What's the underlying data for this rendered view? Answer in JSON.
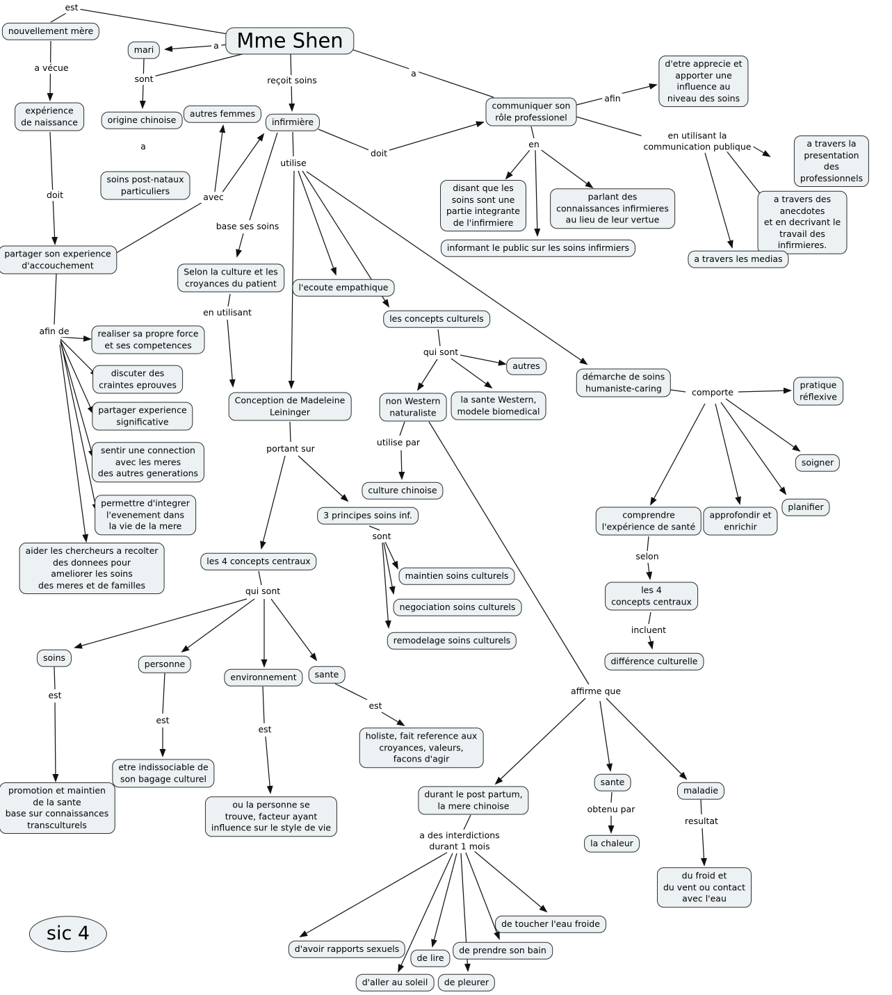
{
  "colors": {
    "background": "#ffffff",
    "node_fill": "#ecf1f4",
    "node_border": "#2e2e2e",
    "line": "#161616"
  },
  "badge": {
    "text": "sic 4"
  },
  "nodes": {
    "nouvellement_mere": "nouvellement mère",
    "experience_naissance": "expérience\nde naissance",
    "mari": "mari",
    "origine_chinoise": "origine chinoise",
    "soins_postnataux": "soins post-nataux\nparticuliers",
    "autres_femmes": "autres femmes",
    "mme_shen": "Mme Shen",
    "infirmiere": "infirmière",
    "communiquer_role": "communiquer son\nrôle professionel",
    "etre_apprecie": "d'etre apprecie et\napporter une\ninfluence au\nniveau des soins",
    "disant_soins": "disant que les\nsoins sont une\npartie integrante\nde l'infirmiere",
    "parlant_connaissances": "parlant des\nconnaissances infirmieres\nau lieu de leur vertue",
    "informant_public": "informant le public sur les soins infirmiers",
    "travers_presentation": "a travers la presentation\ndes professionnels",
    "travers_anecdotes": "a travers des anecdotes\net en decrivant le\ntravail des infirmieres.",
    "travers_medias": "a travers les medias",
    "partager_accouchement": "partager son experience\nd'accouchement",
    "realiser_force": "realiser sa propre force\net ses competences",
    "discuter_craintes": "discuter des\ncraintes eprouves",
    "partager_significative": "partager experience\nsignificative",
    "sentir_connection": "sentir une connection\navec les meres\ndes autres generations",
    "permettre_integrer": "permettre d'integrer\nl'evenement dans\nla vie de la mere",
    "aider_chercheurs": "aider les chercheurs a recolter\ndes donnees pour\nameliorer les soins\ndes meres et de familles",
    "selon_culture": "Selon la culture et les\ncroyances du patient",
    "ecoute_empathique": "l'ecoute empathique",
    "concepts_culturels": "les concepts culturels",
    "autres": "autres",
    "non_western": "non Western\nnaturaliste",
    "sante_western": "la sante Western,\nmodele biomedical",
    "culture_chinoise": "culture chinoise",
    "conception_leininger": "Conception de Madeleine\nLeininger",
    "principes_soins": "3 principes soins inf.",
    "maintien_soins": "maintien soins culturels",
    "negociation_soins": "negociation soins culturels",
    "remodelage_soins": "remodelage soins culturels",
    "quatre_concepts_gauche": "les 4 concepts centraux",
    "soins": "soins",
    "personne": "personne",
    "environnement": "environnement",
    "sante_centre": "sante",
    "promotion_maintien": "promotion et maintien\nde la sante\nbase sur connaissances\ntransculturels",
    "etre_indissociable": "etre indissociable de\nson bagage culturel",
    "ou_la_personne": "ou la personne se\ntrouve, facteur ayant\ninfluence sur le style de vie",
    "holiste": "holiste, fait reference aux\ncroyances, valeurs,\nfacons d'agir",
    "demarche_soins": "démarche de soins\nhumaniste-caring",
    "pratique_reflexive": "pratique\nréflexive",
    "soigner": "soigner",
    "planifier": "planifier",
    "approfondir": "approfondir et\nenrichir",
    "comprendre_experience": "comprendre\nl'expérience de santé",
    "quatre_concepts_droite": "les 4\nconcepts centraux",
    "difference_culturelle": "différence culturelle",
    "durant_post_partum": "durant le post partum,\nla mere chinoise",
    "sante_bas": "sante",
    "la_chaleur": "la chaleur",
    "maladie": "maladie",
    "du_froid": "du froid et\ndu vent ou contact\navec l'eau",
    "toucher_eau": "de toucher l'eau froide",
    "rapports_sexuels": "d'avoir rapports sexuels",
    "de_lire": "de lire",
    "prendre_bain": "de prendre son bain",
    "aller_soleil": "d'aller au soleil",
    "de_pleurer": "de pleurer"
  },
  "labels": {
    "est_haut": "est",
    "a_vecue": "a vécue",
    "doit_gauche": "doit",
    "afin_de": "afin de",
    "a_mari": "a",
    "sont_mari": "sont",
    "a_origine": "a",
    "avec": "avec",
    "recoit_soins": "reçoit soins",
    "doit_droite": "doit",
    "utilise": "utilise",
    "base_ses_soins": "base ses soins",
    "en_utilisant": "en utilisant",
    "a_communiquer": "a",
    "afin": "afin",
    "en": "en",
    "en_utilisant_comm": "en utilisant la\ncommunication publique",
    "qui_sont_droite": "qui sont",
    "utilise_par": "utilise par",
    "portant_sur": "portant sur",
    "sont_principes": "sont",
    "qui_sont_gauche": "qui sont",
    "est_soins": "est",
    "est_personne": "est",
    "est_environnement": "est",
    "est_sante": "est",
    "comporte": "comporte",
    "selon": "selon",
    "incluent": "incluent",
    "affirme_que": "affirme que",
    "interdictions": "a des interdictions\ndurant 1 mois",
    "obtenu_par": "obtenu par",
    "resultat": "resultat"
  }
}
